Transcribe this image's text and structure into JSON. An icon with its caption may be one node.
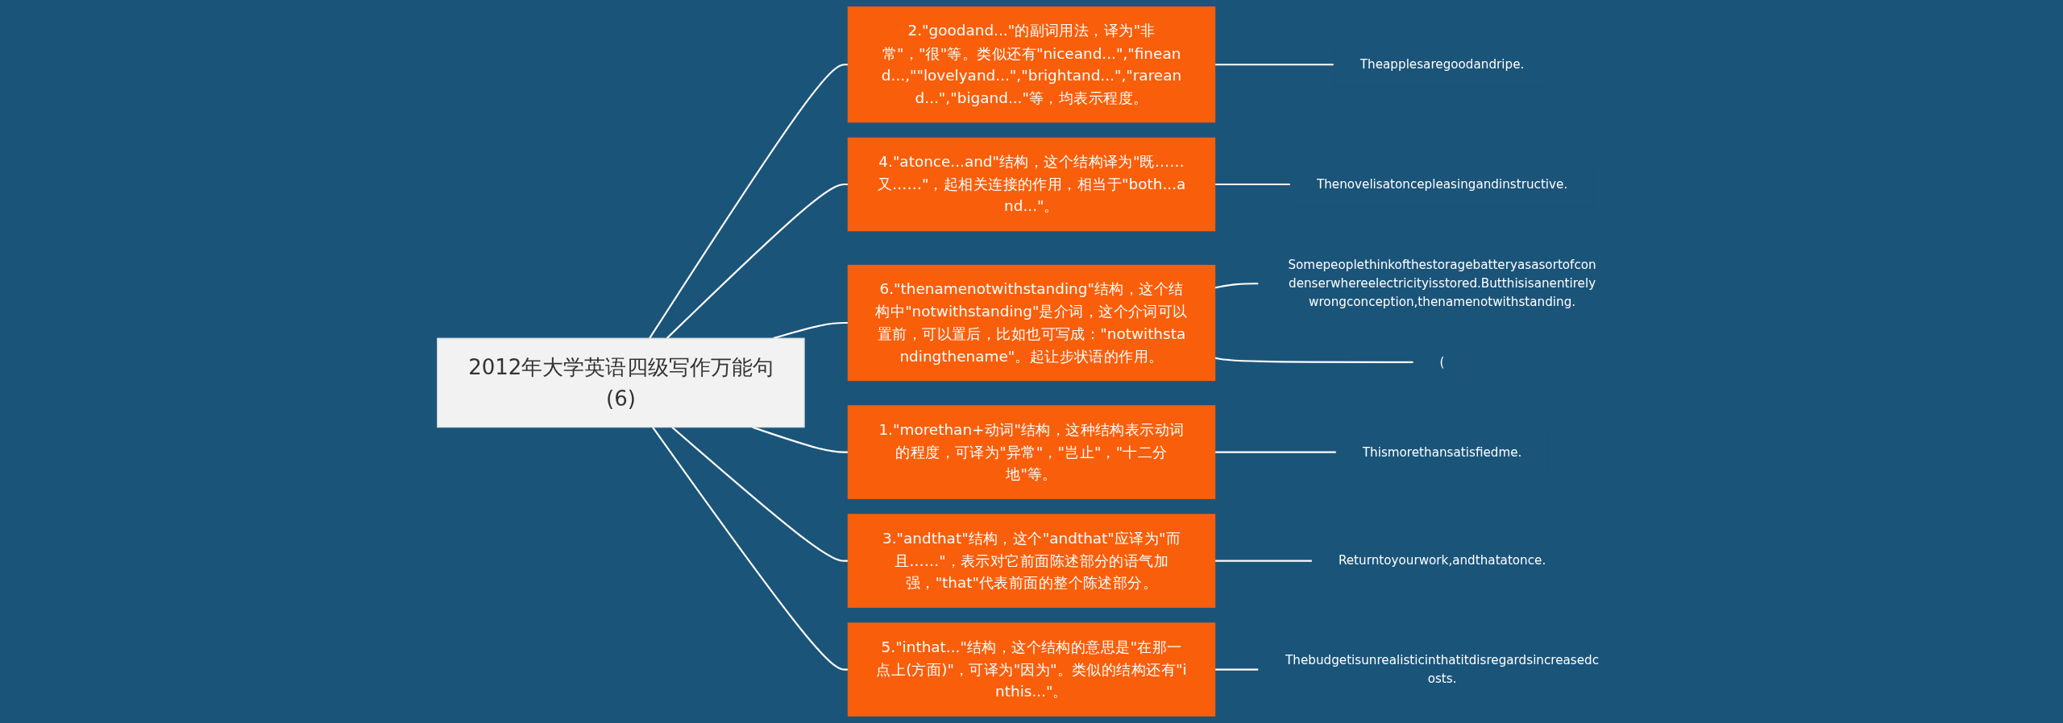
{
  "diagram": {
    "nodes": [
      {
        "text": [
          "2012年大学英语四级写作万能句(6)"
        ]
      },
      {
        "text": [
          "2.\"goodand...\"的副词用法，译为\"非常\"，\"很\"等。类似还有\"niceand...\",\"fineand...,\"\"lovelyand...\",\"brightand...\",\"rareand...\",\"bigand...\"等，均表示程度。"
        ]
      },
      {
        "text": [
          "Theapplesaregoodandripe."
        ]
      },
      {
        "text": [
          "4.\"atonce...and\"结构，这个结构译为\"既……又……\"，起相关连接的作用，相当于\"both...and...\"。"
        ]
      },
      {
        "text": [
          "Thenovelisatoncepleasingandinstructive."
        ]
      },
      {
        "text": [
          "6.\"thenamenotwithstanding\"结构，这个结构中\"notwithstanding\"是介词，这个介词可以置前，可以置后，比如也可写成：\"notwithstandingthename\"。起让步状语的作用。"
        ]
      },
      {
        "text": [
          "Somepeoplethinkofthestoragebatteryasasortofcondenserwhereelectricityisstored.Butthisisanentirelywrongconception,thenamenotwithstanding."
        ]
      },
      {
        "text": [
          "("
        ]
      },
      {
        "text": [
          "1.\"morethan+动词\"结构，这种结构表示动词的程度，可译为\"异常\"，\"岂止\"，\"十二分地\"等。"
        ]
      },
      {
        "text": [
          "Thismorethansatisfiedme."
        ]
      },
      {
        "text": [
          "3.\"andthat\"结构，这个\"andthat\"应译为\"而且……\"，表示对它前面陈述部分的语气加强，\"that\"代表前面的整个陈述部分。"
        ]
      },
      {
        "text": [
          "Returntoyourwork,andthatatonce."
        ]
      },
      {
        "text": [
          "5.\"inthat...\"结构，这个结构的意思是\"在那一点上(方面)\"，可译为\"因为\"。类似的结构还有\"inthis...\"。"
        ]
      },
      {
        "text": [
          "Thebudgetisunrealisticinthatitdisregardsincreasedcosts."
        ]
      }
    ],
    "edges": [
      {
        "from": 0,
        "to": 1,
        "arrow": "none"
      },
      {
        "from": 1,
        "to": 2,
        "arrow": "none"
      },
      {
        "from": 0,
        "to": 3,
        "arrow": "none"
      },
      {
        "from": 3,
        "to": 4,
        "arrow": "none"
      },
      {
        "from": 0,
        "to": 5,
        "arrow": "none"
      },
      {
        "from": 5,
        "to": 6,
        "arrow": "none"
      },
      {
        "from": 5,
        "to": 7,
        "arrow": "none"
      },
      {
        "from": 0,
        "to": 8,
        "arrow": "none"
      },
      {
        "from": 8,
        "to": 9,
        "arrow": "none"
      },
      {
        "from": 0,
        "to": 10,
        "arrow": "none"
      },
      {
        "from": 10,
        "to": 11,
        "arrow": "none"
      },
      {
        "from": 0,
        "to": 12,
        "arrow": "none"
      },
      {
        "from": 12,
        "to": 13,
        "arrow": "none"
      }
    ]
  }
}
